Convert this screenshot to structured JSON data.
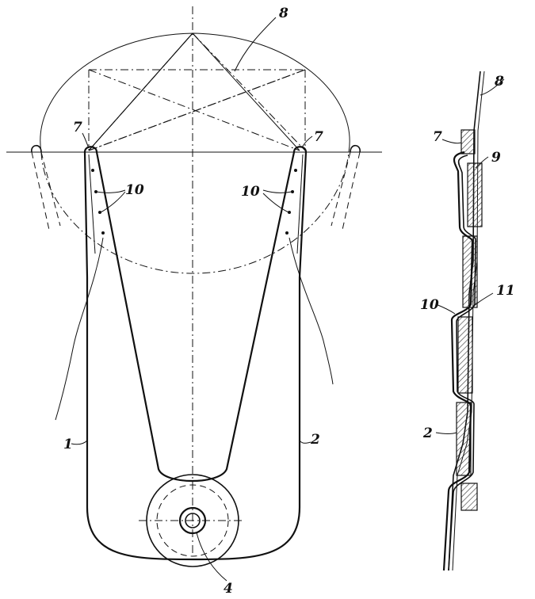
{
  "labels": {
    "l1": "1",
    "l2_main": "2",
    "l4": "4",
    "l7_left": "7",
    "l7_right": "7",
    "l8_main": "8",
    "l10_left": "10",
    "l10_right": "10",
    "l8_side": "8",
    "l7_side": "7",
    "l9_side": "9",
    "l10_side": "10",
    "l11_side": "11",
    "l2_side": "2"
  },
  "colors": {
    "ink": "#111111",
    "paper": "#ffffff",
    "hatch": "#333333"
  }
}
